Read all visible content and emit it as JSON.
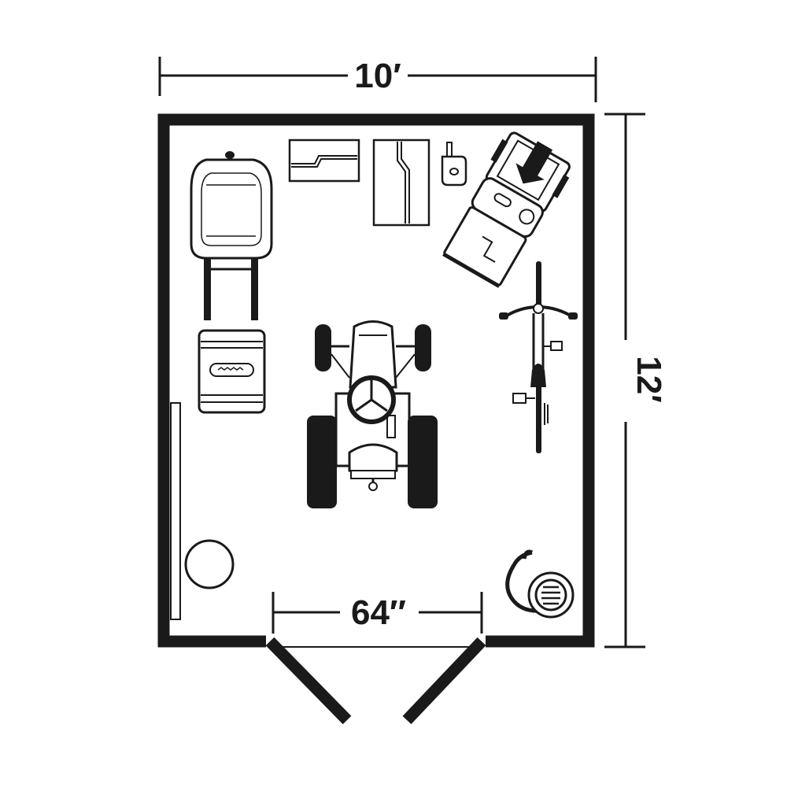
{
  "dimensions": {
    "width_label": "10′",
    "depth_label": "12′",
    "door_label": "64″"
  },
  "colors": {
    "ink": "#1a1a1a",
    "background": "#ffffff"
  },
  "icons": [
    "grill-icon",
    "storage-bin-icon",
    "garden-tool-box-icon",
    "small-tool-box-icon",
    "spray-bottle-icon",
    "push-mower-icon",
    "bicycle-icon",
    "riding-mower-icon",
    "round-planter-icon",
    "garden-hose-reel-icon",
    "wall-shelf-icon"
  ]
}
